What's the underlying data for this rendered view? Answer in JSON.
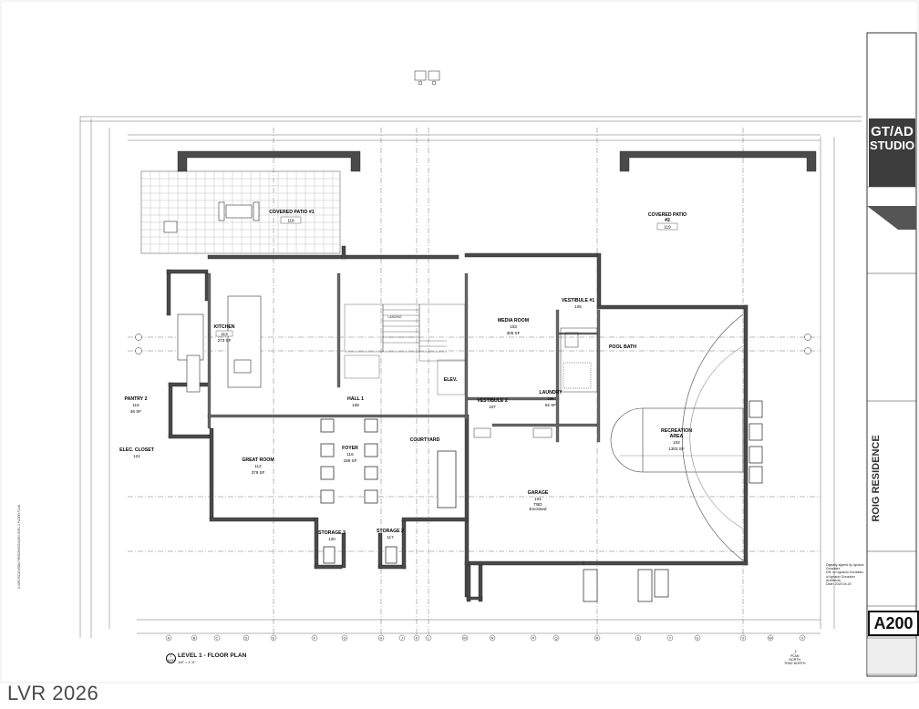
{
  "watermark": "LVR 2026",
  "firm": {
    "line1": "GT/AD",
    "line2": "STUDIO"
  },
  "project_name": "ROIG RESIDENCE",
  "sheet_number": "A200",
  "drawing": {
    "title": "LEVEL 1 - FLOOR PLAN",
    "scale": "1/8\" = 1'-0\"",
    "detail_ref": "1",
    "detail_sheet": "A200"
  },
  "signature": {
    "line1": "Digitally signed by Ignacio",
    "line2": "Gonzalez",
    "line3": "DN: cn=Ignacio Gonzalez,",
    "line4": "o=Ignacio Gonzalez",
    "line5": "Architects,",
    "line6": "Date: 2020.04.20"
  },
  "north": {
    "plan": "PLAN",
    "plan2": "NORTH",
    "true": "TRUE",
    "true2": "NORTH"
  },
  "rooms": [
    {
      "name": "COVERED PATIO",
      "number": "#1",
      "code": "118"
    },
    {
      "name": "COVERED PATIO",
      "number": "#2",
      "code": "119"
    },
    {
      "name": "KITCHEN",
      "code": "113",
      "area": "273 SF"
    },
    {
      "name": "PANTRY 2",
      "code": "115",
      "area": "48 SF"
    },
    {
      "name": "ELEC. CLOSET",
      "code": "121"
    },
    {
      "name": "GREAT ROOM",
      "code": "112",
      "area": "379 SF"
    },
    {
      "name": "HALL 1",
      "code": "108"
    },
    {
      "name": "FOYER",
      "code": "116",
      "area": "189 SF"
    },
    {
      "name": "STORAGE 3",
      "code": "120"
    },
    {
      "name": "STORAGE 2",
      "code": "117"
    },
    {
      "name": "COURTYARD"
    },
    {
      "name": "MEDIA ROOM",
      "code": "103",
      "area": "305 SF"
    },
    {
      "name": "VESTIBULE #1",
      "code": "105"
    },
    {
      "name": "POOL BATH"
    },
    {
      "name": "ELEV."
    },
    {
      "name": "VESTIBULE 2",
      "code": "107"
    },
    {
      "name": "LAUNDRY",
      "code": "106",
      "area": "92 SF"
    },
    {
      "name": "RECREATION",
      "name2": "AREA",
      "code": "102",
      "area": "1302 SF"
    },
    {
      "name": "GARAGE",
      "code": "101",
      "area": "TBD",
      "area2": "Enclosed"
    },
    {
      "name": "LANDING"
    }
  ],
  "grid_labels": [
    "A",
    "B",
    "C",
    "D",
    "E",
    "F",
    "G",
    "H",
    "J",
    "K",
    "L",
    "M",
    "N",
    "P",
    "Q",
    "R",
    "S",
    "T",
    "U",
    "V",
    "W",
    "X"
  ],
  "side_date": "C:\\ARCHICAD\\ROIG RESIDENCE\\A200 LEVEL 1 FLOOR PLAN"
}
